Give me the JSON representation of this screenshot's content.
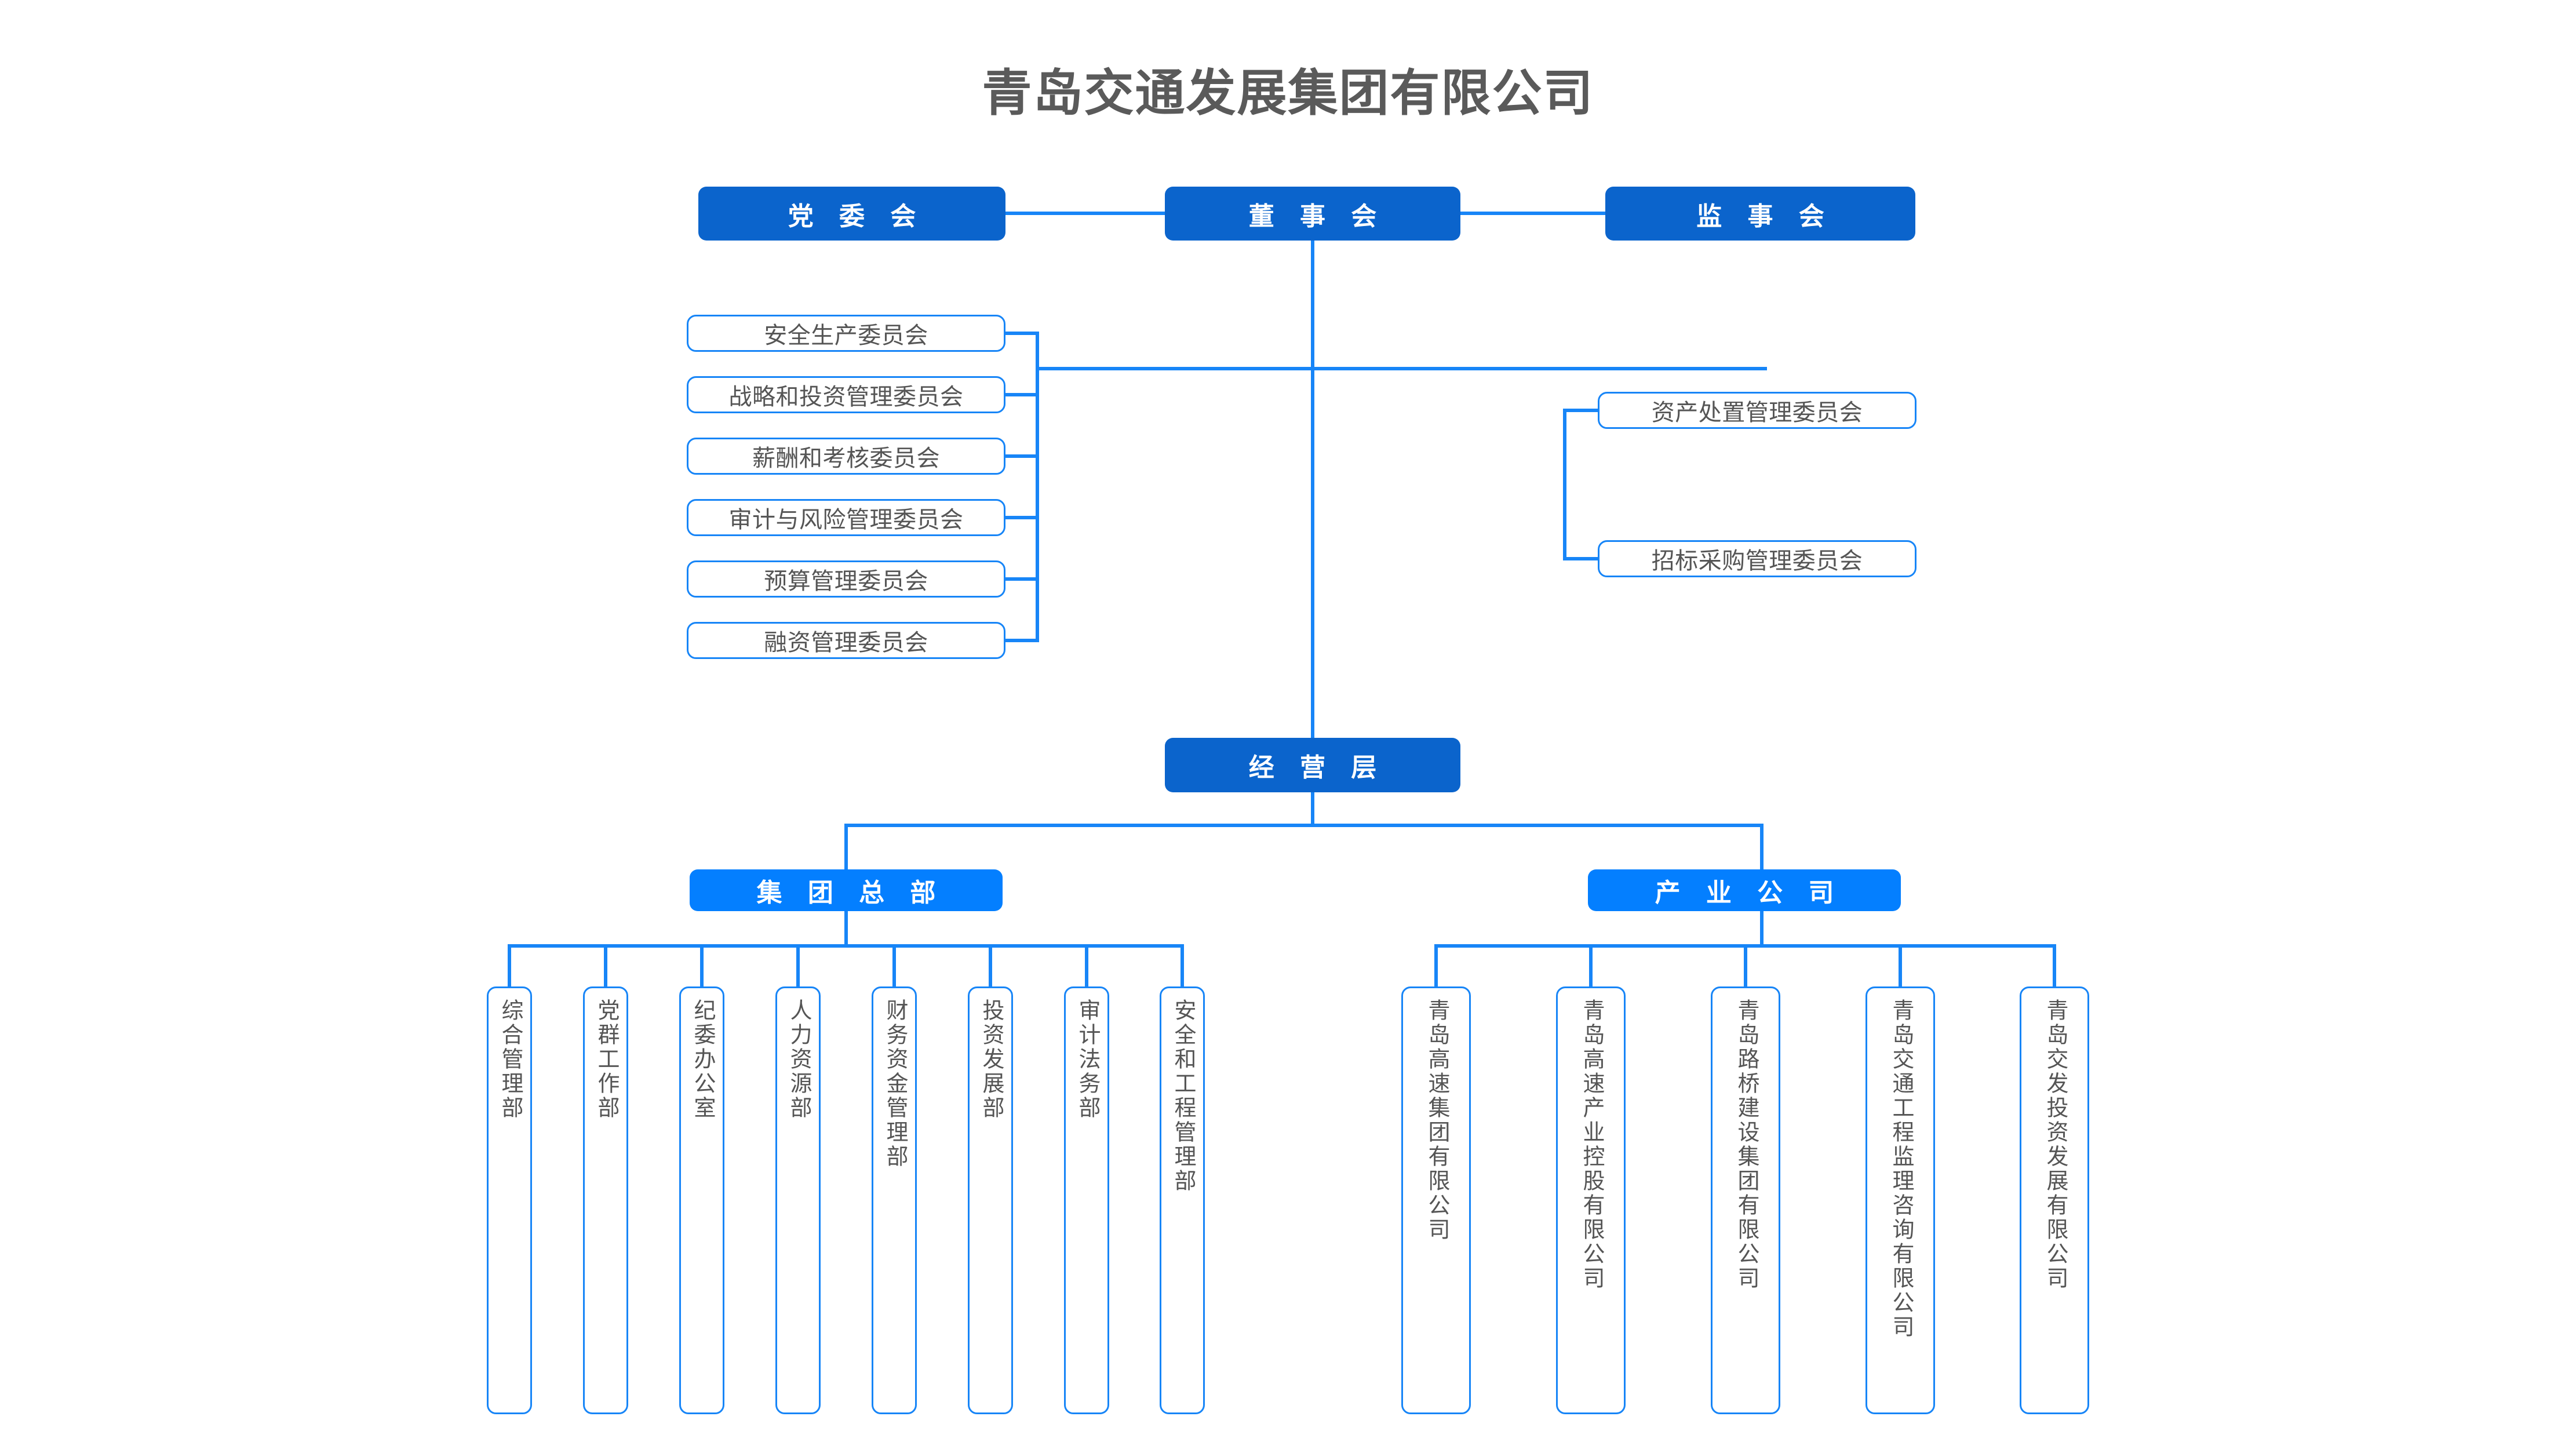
{
  "title": "青岛交通发展集团有限公司",
  "colors": {
    "governance_fill": "#0B64CC",
    "operational_fill": "#047FFF",
    "line": "#1785f7",
    "box_border": "#1785f7",
    "text_dark": "#555555",
    "title_color": "#5a5a5a",
    "background": "#ffffff"
  },
  "governance": {
    "party_committee": "党 委 会",
    "board_of_directors": "董 事 会",
    "board_of_supervisors": "监 事 会"
  },
  "left_committees": [
    {
      "label": "安全生产委员会"
    },
    {
      "label": "战略和投资管理委员会"
    },
    {
      "label": "薪酬和考核委员会"
    },
    {
      "label": "审计与风险管理委员会"
    },
    {
      "label": "预算管理委员会"
    },
    {
      "label": "融资管理委员会"
    }
  ],
  "right_committees": [
    {
      "label": "资产处置管理委员会"
    },
    {
      "label": "招标采购管理委员会"
    }
  ],
  "management": {
    "operating_layer": "经 营 层",
    "group_headquarters": "集 团 总 部",
    "industrial_companies": "产 业 公 司"
  },
  "departments": [
    {
      "label": "综合管理部"
    },
    {
      "label": "党群工作部"
    },
    {
      "label": "纪委办公室"
    },
    {
      "label": "人力资源部"
    },
    {
      "label": "财务资金管理部"
    },
    {
      "label": "投资发展部"
    },
    {
      "label": "审计法务部"
    },
    {
      "label": "安全和工程管理部"
    }
  ],
  "subsidiaries": [
    {
      "label": "青岛高速集团有限公司"
    },
    {
      "label": "青岛高速产业控股有限公司"
    },
    {
      "label": "青岛路桥建设集团有限公司"
    },
    {
      "label": "青岛交通工程监理咨询有限公司"
    },
    {
      "label": "青岛交发投资发展有限公司"
    }
  ]
}
